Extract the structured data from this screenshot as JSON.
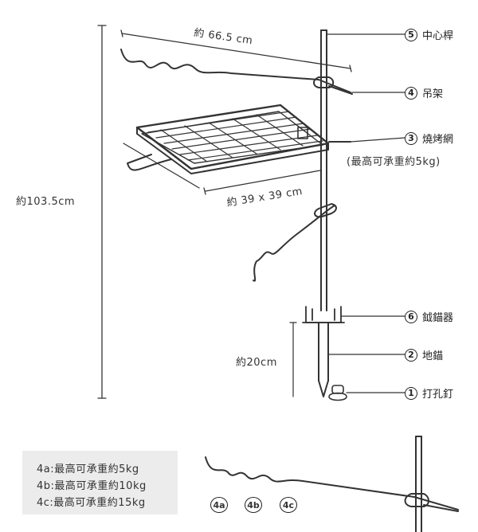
{
  "dimensions": {
    "width_total": "約 66.5 cm",
    "height_total": "約103.5cm",
    "grill_size": "約 39 x 39 cm",
    "stake_depth": "約20cm"
  },
  "parts": [
    {
      "number": "5",
      "name": "中心桿"
    },
    {
      "number": "4",
      "name": "吊架"
    },
    {
      "number": "3",
      "name": "燒烤網",
      "note": "(最高可承重約5kg)"
    },
    {
      "number": "6",
      "name": "鉞錨器"
    },
    {
      "number": "2",
      "name": "地錨"
    },
    {
      "number": "1",
      "name": "打孔釘"
    }
  ],
  "load_notes": [
    "4a:最高可承重約5kg",
    "4b:最高可承重約10kg",
    "4c:最高可承重約15kg"
  ],
  "variants": [
    "4a",
    "4b",
    "4c"
  ],
  "colors": {
    "line": "#333333",
    "note_bg": "#ececec"
  }
}
